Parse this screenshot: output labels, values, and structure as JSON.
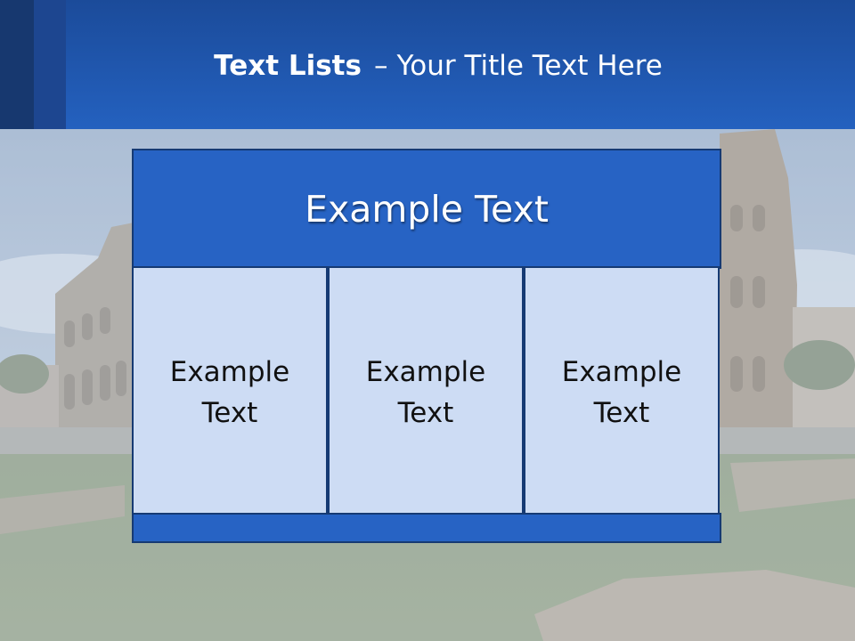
{
  "slide": {
    "title_bold": "Text Lists",
    "title_separator": "–",
    "title_rest": "Your Title Text Here"
  },
  "list": {
    "header": "Example Text",
    "items": [
      "Example Text",
      "Example Text",
      "Example Text"
    ]
  },
  "colors": {
    "title_bar": "#2461bf",
    "title_bar_dark": "#17386f",
    "panel_blue": "#2763c4",
    "cell_fill": "#cddcf4",
    "border": "#163a73"
  }
}
